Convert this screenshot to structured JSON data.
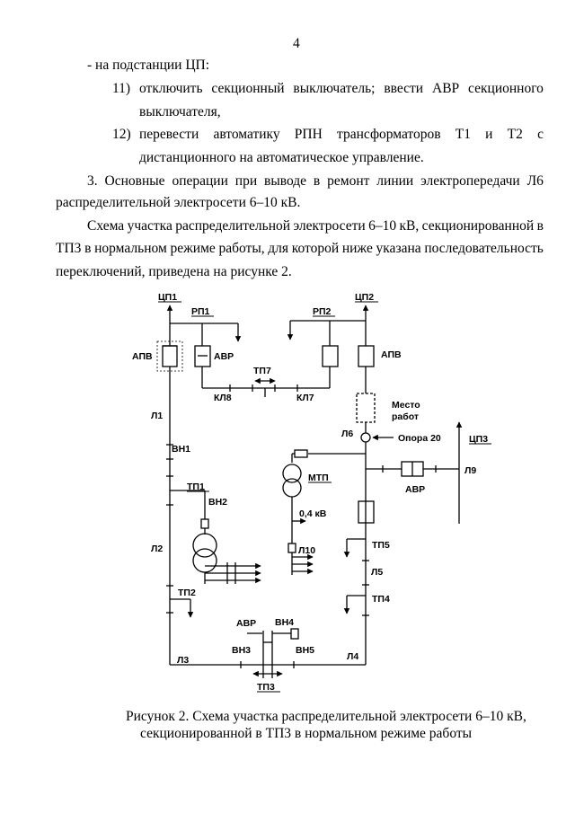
{
  "page_number": "4",
  "text": {
    "line_substation": "- на подстанции ЦП:",
    "item11_num": "11)",
    "item11_words": [
      "отключить",
      "секционный",
      "выключатель;",
      "ввести",
      "АВР",
      "секционного"
    ],
    "item11_cont": "выключателя,",
    "item12_num": "12)",
    "item12_words": [
      "перевести",
      "автоматику",
      "РПН",
      "трансформаторов",
      "Т1",
      "и",
      "Т2",
      "с"
    ],
    "item12_cont": "дистанционного на автоматическое управление.",
    "para3_line1_words": [
      "3.",
      "Основные",
      "операции",
      "при",
      "выводе",
      "в",
      "ремонт",
      "линии",
      "электропередачи",
      "Л6"
    ],
    "para3_line2": "распределительной электросети 6–10 кВ.",
    "para4_line1_words": [
      "Схема",
      "участка",
      "распределительной",
      "электросети",
      "6–10",
      "кВ,",
      "секционированной",
      "в"
    ],
    "para4_line2_words": [
      "ТП3",
      "в",
      "нормальном",
      "режиме",
      "работы,",
      "для",
      "которой",
      "ниже",
      "указана",
      "последовательность"
    ],
    "para4_line3": "переключений, приведена на рисунке 2."
  },
  "diagram": {
    "cp1": "ЦП1",
    "cp2": "ЦП2",
    "cp3": "ЦП3",
    "rp1": "РП1",
    "rp2": "РП2",
    "apv_left": "АПВ",
    "apv_right": "АПВ",
    "avr_rp1": "АВР",
    "avr_cp3": "АВР",
    "avr_tp3": "АВР",
    "tp7": "ТП7",
    "kl8": "КЛ8",
    "kl7": "КЛ7",
    "l1": "Л1",
    "l2": "Л2",
    "l3": "Л3",
    "l4": "Л4",
    "l5": "Л5",
    "l6": "Л6",
    "l9": "Л9",
    "l10": "Л10",
    "vn1": "ВН1",
    "vn2": "ВН2",
    "vn3": "ВН3",
    "vn4": "ВН4",
    "vn5": "ВН5",
    "tp1": "ТП1",
    "tp2": "ТП2",
    "tp3": "ТП3",
    "tp4": "ТП4",
    "tp5": "ТП5",
    "mtp": "МТП",
    "kv04": "0,4 кВ",
    "work_place_1": "Место",
    "work_place_2": "работ",
    "opora": "Опора 20"
  },
  "caption": {
    "line1": "Рисунок 2. Схема участка распределительной электросети 6–10 кВ,",
    "line2": "секционированной в ТП3 в нормальном режиме работы"
  }
}
